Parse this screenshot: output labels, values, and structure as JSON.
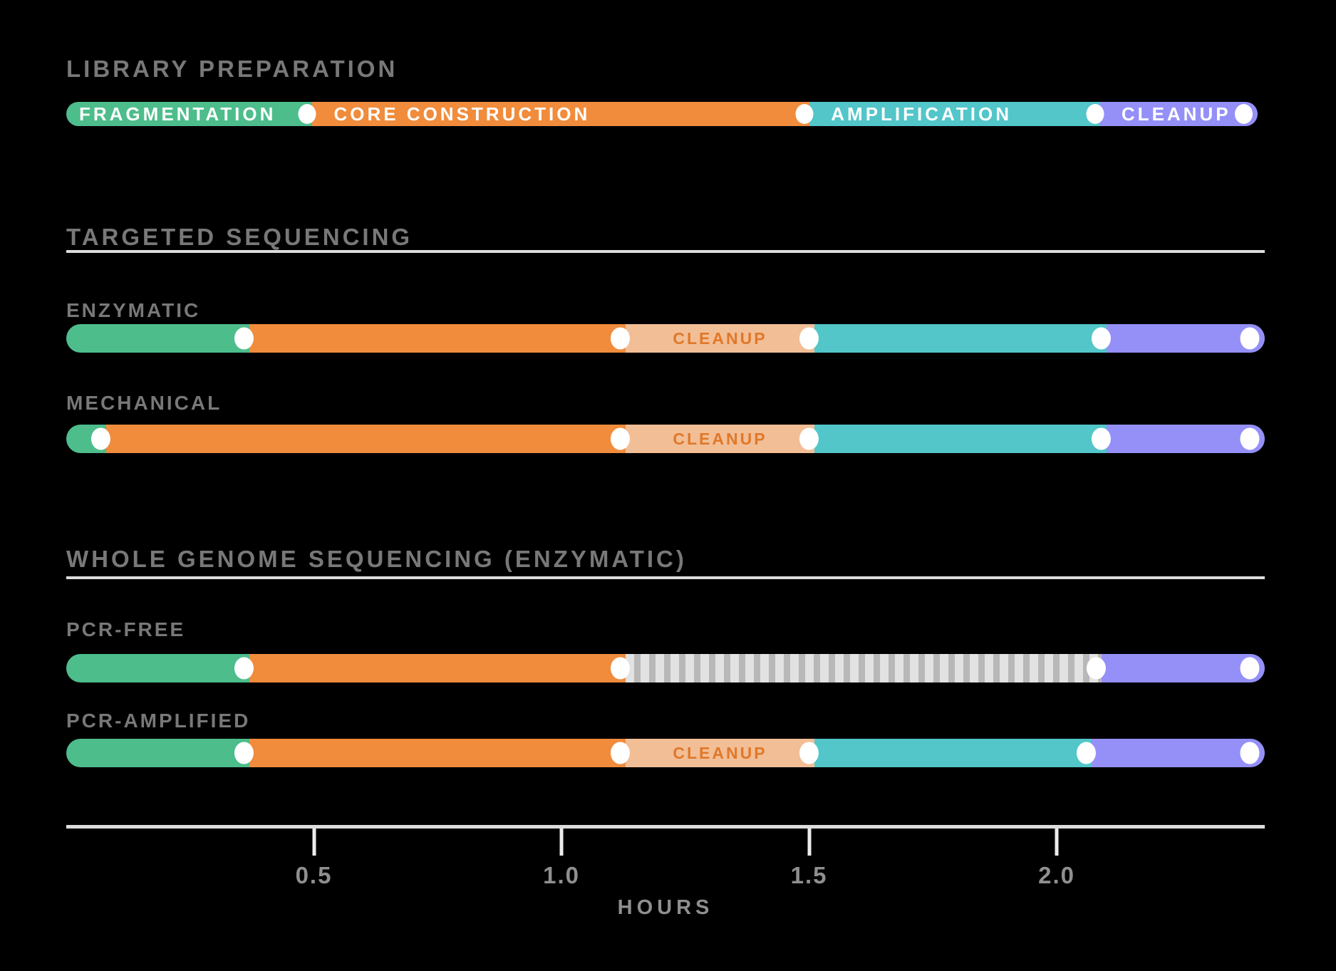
{
  "chart_data": {
    "type": "timeline",
    "title": "LIBRARY PREPARATION",
    "x_axis": {
      "label": "HOURS",
      "range": [
        0,
        2.42
      ],
      "ticks": [
        {
          "value": 0.5,
          "label": "0.5"
        },
        {
          "value": 1.0,
          "label": "1.0"
        },
        {
          "value": 1.5,
          "label": "1.5"
        },
        {
          "value": 2.0,
          "label": "2.0"
        }
      ]
    },
    "legend": {
      "segments": [
        {
          "step": "fragmentation",
          "label": "FRAGMENTATION",
          "start": 0,
          "end": 0.5
        },
        {
          "step": "core_construction",
          "label": "CORE CONSTRUCTION",
          "start": 0.5,
          "end": 1.51
        },
        {
          "step": "amplification",
          "label": "AMPLIFICATION",
          "start": 1.51,
          "end": 2.1
        },
        {
          "step": "cleanup",
          "label": "CLEANUP",
          "start": 2.1,
          "end": 2.42
        }
      ]
    },
    "sections": [
      {
        "heading": "TARGETED SEQUENCING",
        "rows": [
          {
            "label": "ENZYMATIC",
            "segments": [
              {
                "step": "fragmentation",
                "start": 0,
                "end": 0.37
              },
              {
                "step": "core_construction",
                "start": 0.37,
                "end": 1.13
              },
              {
                "step": "cleanup_mid",
                "label": "CLEANUP",
                "start": 1.13,
                "end": 1.51
              },
              {
                "step": "amplification",
                "start": 1.51,
                "end": 2.1
              },
              {
                "step": "cleanup",
                "start": 2.1,
                "end": 2.42
              }
            ]
          },
          {
            "label": "MECHANICAL",
            "segments": [
              {
                "step": "fragmentation",
                "start": 0,
                "end": 0.08
              },
              {
                "step": "core_construction",
                "start": 0.08,
                "end": 1.13
              },
              {
                "step": "cleanup_mid",
                "label": "CLEANUP",
                "start": 1.13,
                "end": 1.51
              },
              {
                "step": "amplification",
                "start": 1.51,
                "end": 2.1
              },
              {
                "step": "cleanup",
                "start": 2.1,
                "end": 2.42
              }
            ]
          }
        ]
      },
      {
        "heading": "WHOLE GENOME SEQUENCING (ENZYMATIC)",
        "rows": [
          {
            "label": "PCR-FREE",
            "segments": [
              {
                "step": "fragmentation",
                "start": 0,
                "end": 0.37
              },
              {
                "step": "core_construction",
                "start": 0.37,
                "end": 1.13
              },
              {
                "step": "skipped_amplification",
                "start": 1.13,
                "end": 2.09,
                "striped": true
              },
              {
                "step": "cleanup",
                "start": 2.09,
                "end": 2.42
              }
            ]
          },
          {
            "label": "PCR-AMPLIFIED",
            "segments": [
              {
                "step": "fragmentation",
                "start": 0,
                "end": 0.37
              },
              {
                "step": "core_construction",
                "start": 0.37,
                "end": 1.13
              },
              {
                "step": "cleanup_mid",
                "label": "CLEANUP",
                "start": 1.13,
                "end": 1.51
              },
              {
                "step": "amplification",
                "start": 1.51,
                "end": 2.07
              },
              {
                "step": "cleanup",
                "start": 2.07,
                "end": 2.42
              }
            ]
          }
        ]
      }
    ]
  },
  "colors": {
    "background": "#000000",
    "fragmentation": "#4dbd8c",
    "core_construction": "#f08c3c",
    "amplification": "#52c6c9",
    "cleanup": "#9490f8",
    "cleanup_mid": "#f2be96",
    "cleanup_mid_text": "#e0782a",
    "skipped_stripe_light": "#e2e2e2",
    "skipped_stripe_dark": "#b8b8b8",
    "dot": "#ffffff",
    "heading_text": "#787878",
    "tick_text": "#8f8f8f",
    "divider": "#dcdcdc",
    "axis_line": "#dcdcdc",
    "tick_mark": "#ececec"
  }
}
